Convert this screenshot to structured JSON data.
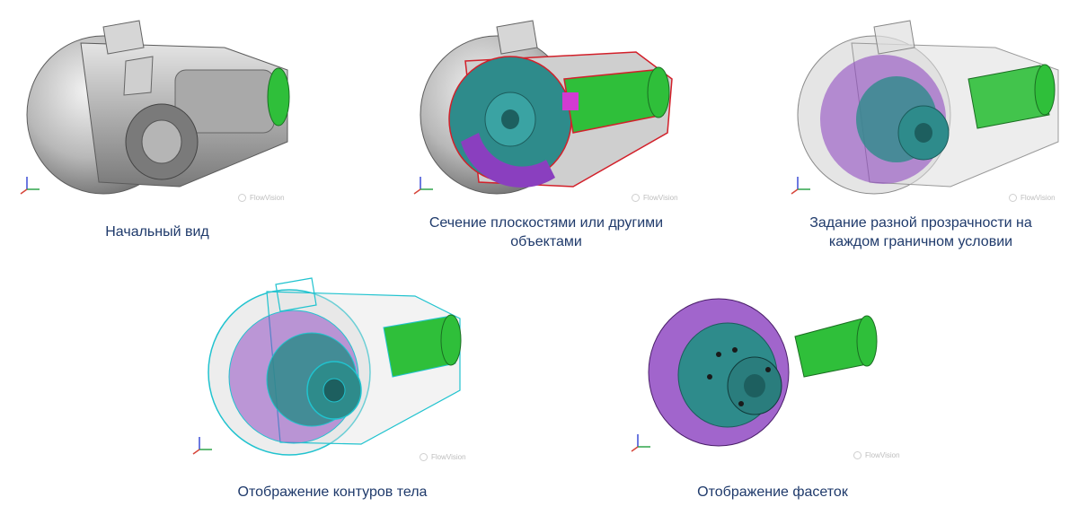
{
  "panels": [
    {
      "id": "initial",
      "caption": "Начальный вид",
      "watermark": "FlowVision"
    },
    {
      "id": "section",
      "caption": "Сечение плоскостями или другими объектами",
      "watermark": "FlowVision"
    },
    {
      "id": "transparency",
      "caption": "Задание разной прозрачности на каждом граничном условии",
      "watermark": "FlowVision"
    },
    {
      "id": "contours",
      "caption": "Отображение контуров тела",
      "watermark": "FlowVision"
    },
    {
      "id": "facets",
      "caption": "Отображение фасеток",
      "watermark": "FlowVision"
    }
  ],
  "colors": {
    "caption": "#1f3a6b",
    "housing": "#b9b9b9",
    "gear_teal": "#2e8b8b",
    "gear_purple": "#8a3fbf",
    "shaft_green": "#2fbf3a",
    "section_outline": "#d2202a",
    "contour_cyan": "#21c3cf"
  }
}
